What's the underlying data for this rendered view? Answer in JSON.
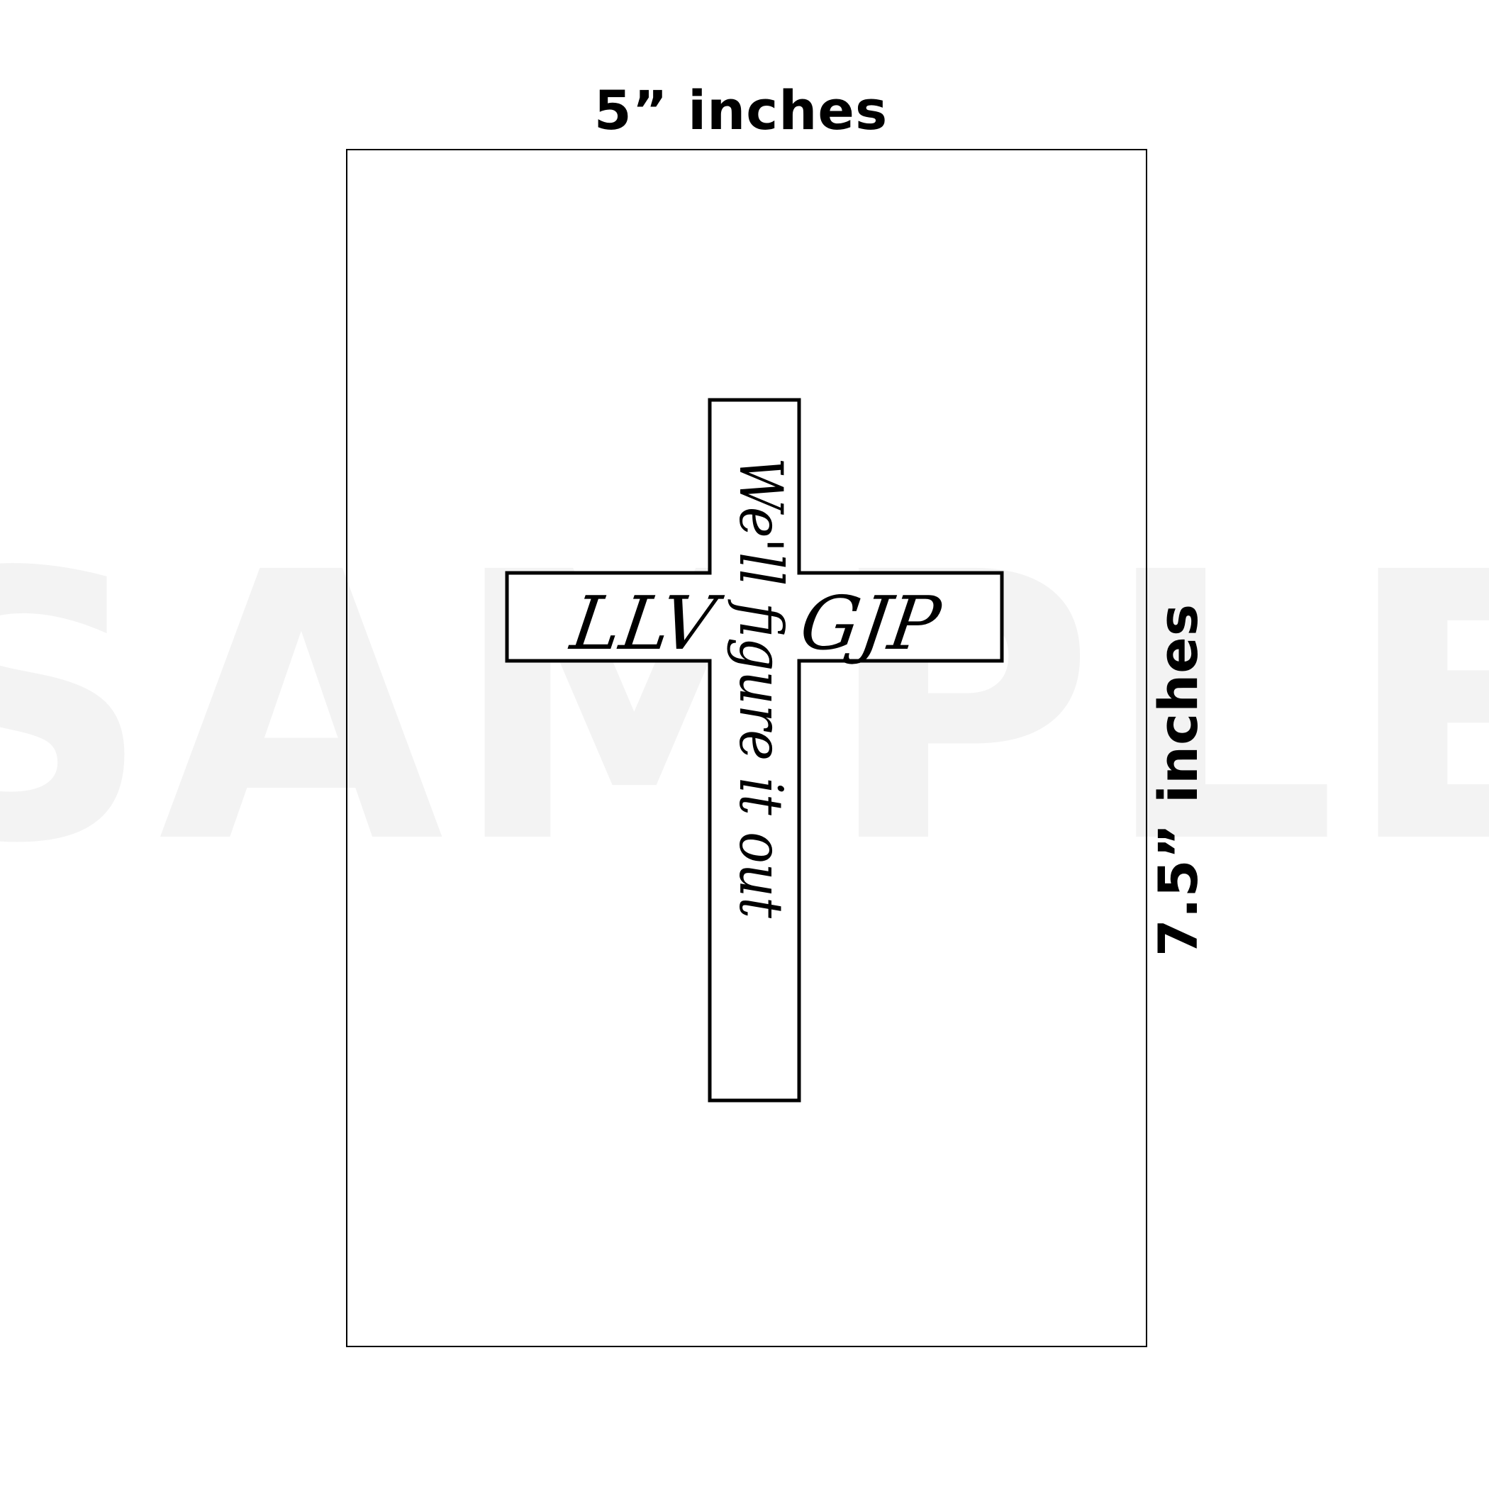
{
  "dimensions": {
    "width_label": "5” inches",
    "height_label": "7.5” inches"
  },
  "watermark": {
    "text": "SAMPLE"
  },
  "design": {
    "horizontal_text_left": "LLV",
    "horizontal_text_right": "GJP",
    "vertical_text": "We'll figure it out"
  },
  "colors": {
    "ink": "#000000",
    "watermark": "#f3f3f3",
    "background": "#ffffff"
  }
}
